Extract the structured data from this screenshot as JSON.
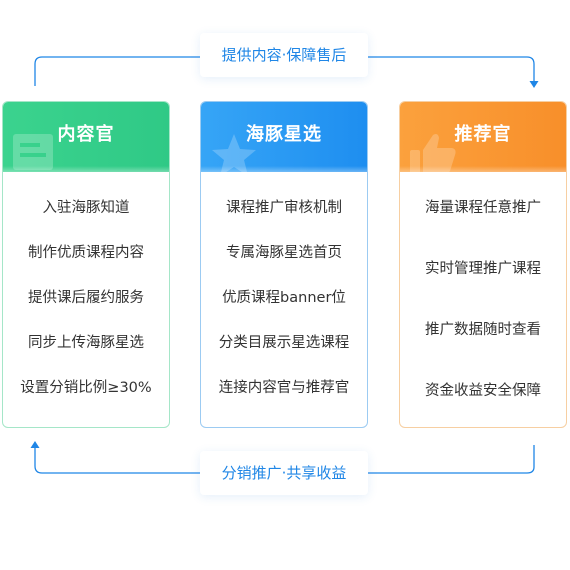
{
  "flow": {
    "top_label": "提供内容·保障售后",
    "bottom_label": "分销推广·共享收益",
    "color": "#1f86e6"
  },
  "cards": [
    {
      "title": "内容官",
      "color": "#31cc88",
      "icon": "document-icon",
      "items": [
        "入驻海豚知道",
        "制作优质课程内容",
        "提供课后履约服务",
        "同步上传海豚星选",
        "设置分销比例≥30%"
      ]
    },
    {
      "title": "海豚星选",
      "color": "#2196f3",
      "icon": "star-icon",
      "items": [
        "课程推广审核机制",
        "专属海豚星选首页",
        "优质课程banner位",
        "分类目展示星选课程",
        "连接内容官与推荐官"
      ]
    },
    {
      "title": "推荐官",
      "color": "#fa9a35",
      "icon": "thumbs-up-icon",
      "items": [
        "海量课程任意推广",
        "实时管理推广课程",
        "推广数据随时查看",
        "资金收益安全保障"
      ]
    }
  ]
}
